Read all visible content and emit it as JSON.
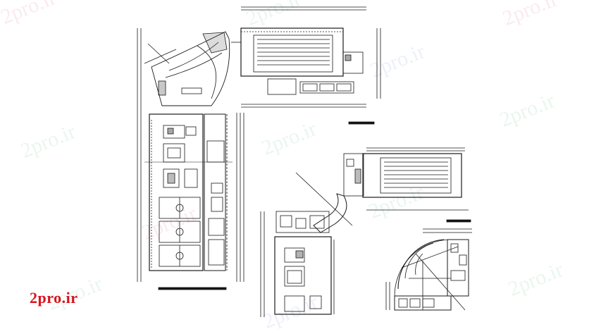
{
  "watermark": {
    "text": "2pro.ir"
  },
  "logo": {
    "text": "2pro.ir",
    "color": "#d8141c"
  },
  "colors": {
    "line": "#1a1a1a",
    "accent": "#d8141c",
    "watermark_green": "#78c896",
    "watermark_pink": "#e68ca0"
  },
  "drawing": {
    "type": "architectural floor plan",
    "blocks": [
      "plan-left-elongated",
      "plan-top-pool",
      "plan-right-pool",
      "plan-bottom-wing",
      "plan-quarter-circle"
    ]
  }
}
